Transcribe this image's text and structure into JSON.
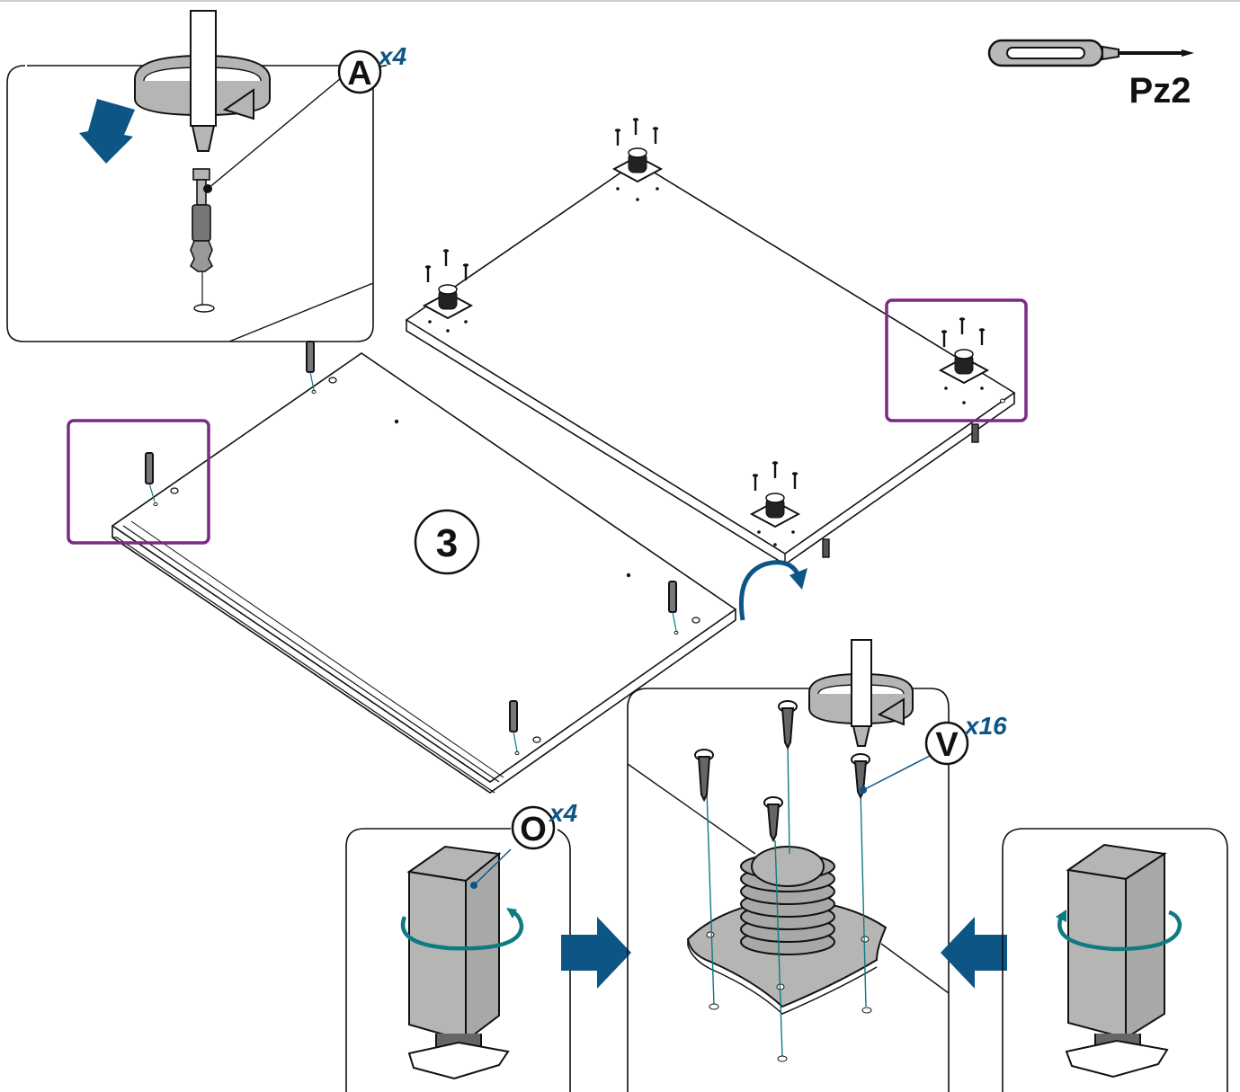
{
  "tool": {
    "name": "Pz2",
    "icon": "screwdriver-icon"
  },
  "step": {
    "number": "3"
  },
  "parts": {
    "A": {
      "letter": "A",
      "qty": "x4"
    },
    "V": {
      "letter": "V",
      "qty": "x16"
    },
    "O": {
      "letter": "O",
      "qty": "x4"
    }
  },
  "colors": {
    "accent_blue": "#0d5585",
    "teal": "#0e7b80",
    "highlight_purple": "#7b2a84",
    "part_gray": "#b5b5b3",
    "outline": "#111111"
  }
}
